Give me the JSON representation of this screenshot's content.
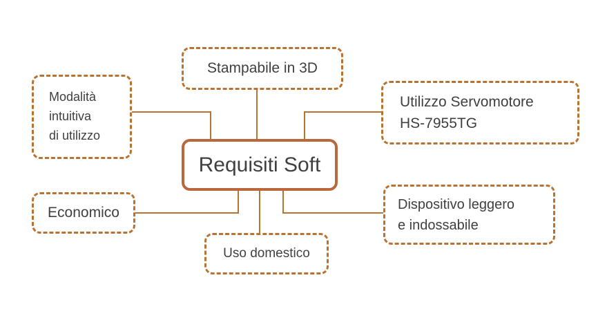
{
  "diagram": {
    "central_node": {
      "text": "Requisiti Soft"
    },
    "nodes": [
      {
        "id": "stampabile",
        "lines": [
          "Stampabile in 3D"
        ]
      },
      {
        "id": "modalita",
        "lines": [
          "Modalità",
          "intuitiva",
          "di utilizzo"
        ]
      },
      {
        "id": "servomotore",
        "lines": [
          "Utilizzo Servomotore",
          "HS-7955TG"
        ]
      },
      {
        "id": "economico",
        "lines": [
          "Economico"
        ]
      },
      {
        "id": "uso-domestico",
        "lines": [
          "Uso domestico"
        ]
      },
      {
        "id": "dispositivo",
        "lines": [
          "Dispositivo leggero",
          "e indossabile"
        ]
      }
    ],
    "colors": {
      "node_border": "#b87333",
      "center_border": "#b8683a",
      "connector": "#b87333",
      "text": "#3f3f3f"
    }
  }
}
